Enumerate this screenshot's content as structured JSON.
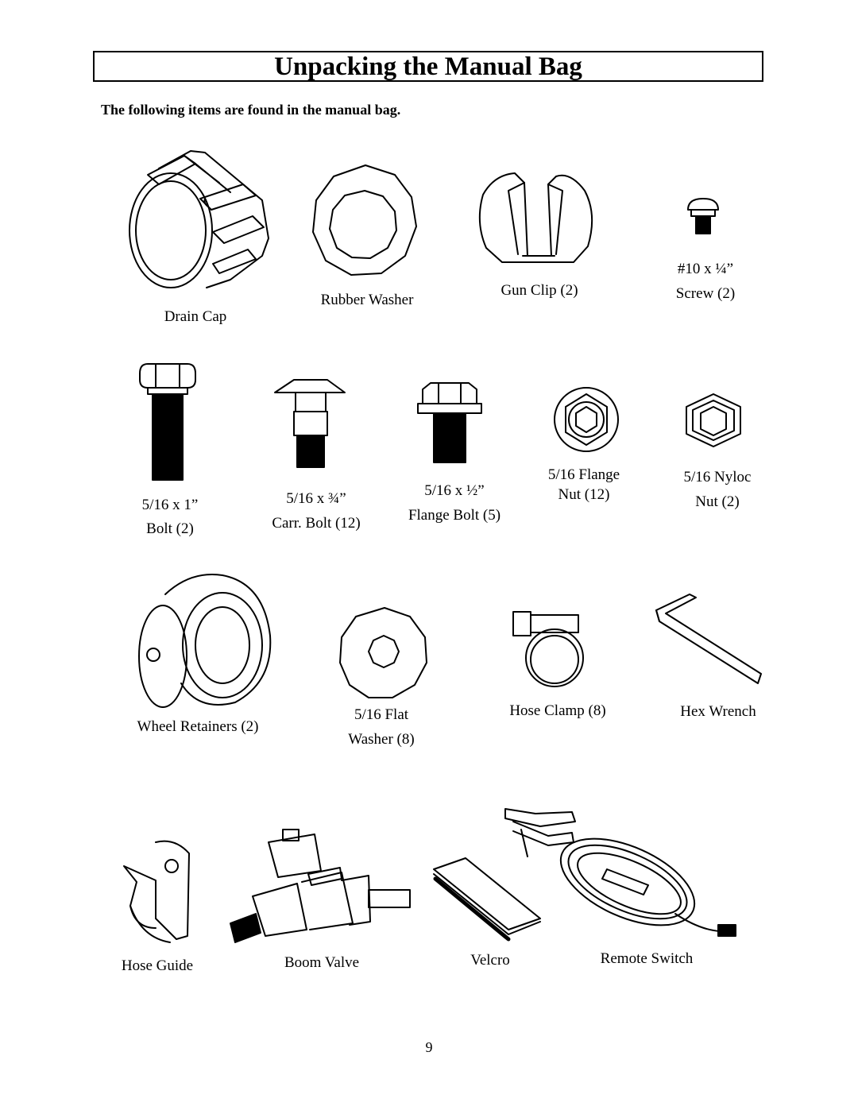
{
  "header": {
    "title": "Unpacking the Manual Bag",
    "subtitle": "The following items are found in the manual bag."
  },
  "items": [
    {
      "label_lines": [
        "Drain Cap"
      ],
      "icon": "drain-cap-icon"
    },
    {
      "label_lines": [
        "Rubber Washer"
      ],
      "icon": "rubber-washer-icon"
    },
    {
      "label_lines": [
        "Gun Clip  (2)"
      ],
      "icon": "gun-clip-icon"
    },
    {
      "label_lines": [
        "#10  x ¼”",
        "Screw  (2)"
      ],
      "icon": "screw-icon"
    },
    {
      "label_lines": [
        "5/16 x 1”",
        "Bolt (2)"
      ],
      "icon": "hex-bolt-icon"
    },
    {
      "label_lines": [
        "5/16 x ¾”",
        "Carr. Bolt (12)"
      ],
      "icon": "carriage-bolt-icon"
    },
    {
      "label_lines": [
        "5/16 x ½”",
        "Flange Bolt  (5)"
      ],
      "icon": "flange-bolt-icon"
    },
    {
      "label_lines": [
        "5/16 Flange",
        "Nut  (12)"
      ],
      "icon": "flange-nut-icon"
    },
    {
      "label_lines": [
        "5/16 Nyloc",
        "Nut  (2)"
      ],
      "icon": "nyloc-nut-icon"
    },
    {
      "label_lines": [
        "Wheel Retainers (2)"
      ],
      "icon": "wheel-retainer-icon"
    },
    {
      "label_lines": [
        "5/16 Flat",
        "Washer (8)"
      ],
      "icon": "flat-washer-icon"
    },
    {
      "label_lines": [
        "Hose Clamp  (8)"
      ],
      "icon": "hose-clamp-icon"
    },
    {
      "label_lines": [
        "Hex Wrench"
      ],
      "icon": "hex-wrench-icon"
    },
    {
      "label_lines": [
        "Hose Guide"
      ],
      "icon": "hose-guide-icon"
    },
    {
      "label_lines": [
        "Boom Valve"
      ],
      "icon": "boom-valve-icon"
    },
    {
      "label_lines": [
        "Velcro"
      ],
      "icon": "velcro-icon"
    },
    {
      "label_lines": [
        "Remote Switch"
      ],
      "icon": "remote-switch-icon"
    }
  ],
  "page_number": "9"
}
